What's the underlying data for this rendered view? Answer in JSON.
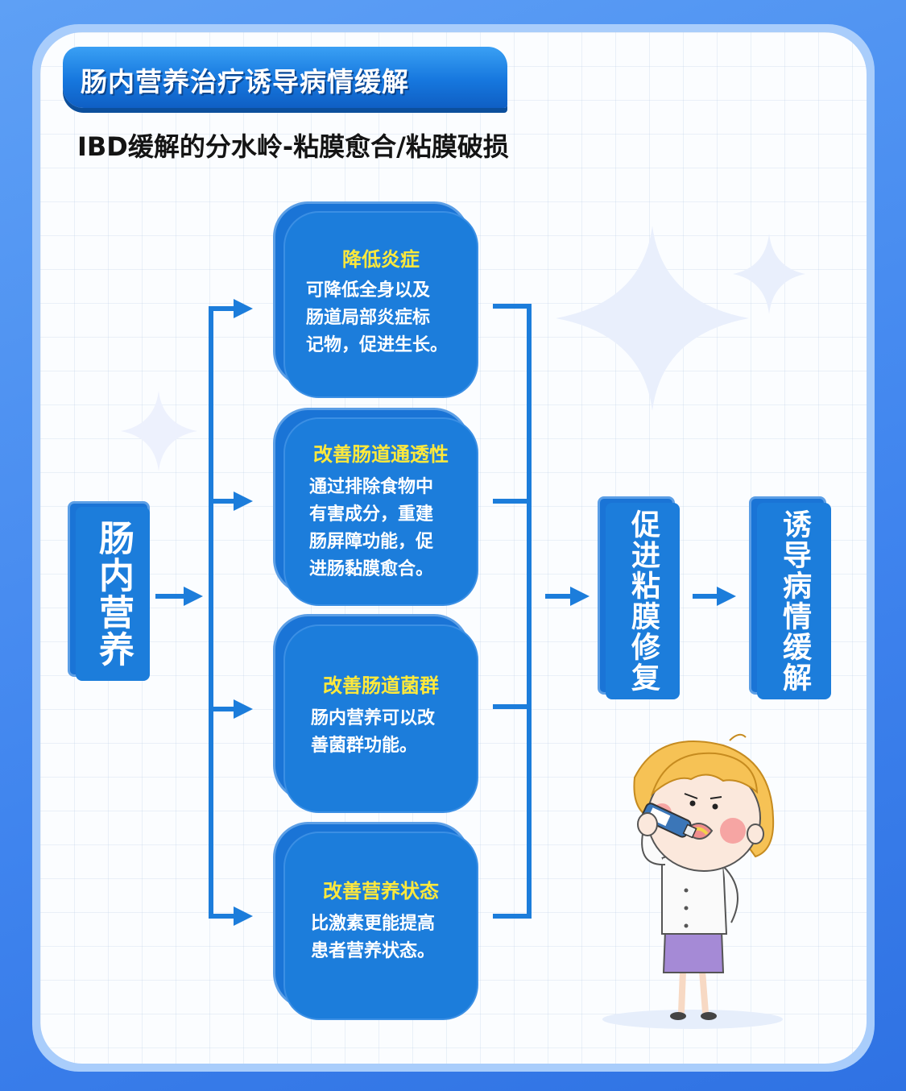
{
  "header": {
    "title": "肠内营养治疗诱导病情缓解",
    "subtitle": "IBD缓解的分水岭-粘膜愈合/粘膜破损"
  },
  "source_node": {
    "label": "肠内营养"
  },
  "effects": [
    {
      "title": "降低炎症",
      "lines": [
        "可降低全身以及",
        "肠道局部炎症标",
        "记物，促进生长。"
      ]
    },
    {
      "title": "改善肠道通透性",
      "lines": [
        "通过排除食物中",
        "有害成分，重建",
        "肠屏障功能，促",
        "进肠黏膜愈合。"
      ]
    },
    {
      "title": "改善肠道菌群",
      "lines": [
        "肠内营养可以改",
        "善菌群功能。"
      ]
    },
    {
      "title": "改善营养状态",
      "lines": [
        "比激素更能提高",
        "患者营养状态。"
      ]
    }
  ],
  "result_node": {
    "label": "促进粘膜修复"
  },
  "outcome_node": {
    "label": "诱导病情缓解"
  },
  "colors": {
    "primary": "#1c7ddb",
    "accent_title": "#ffe93b",
    "background": "#3f84ee"
  }
}
